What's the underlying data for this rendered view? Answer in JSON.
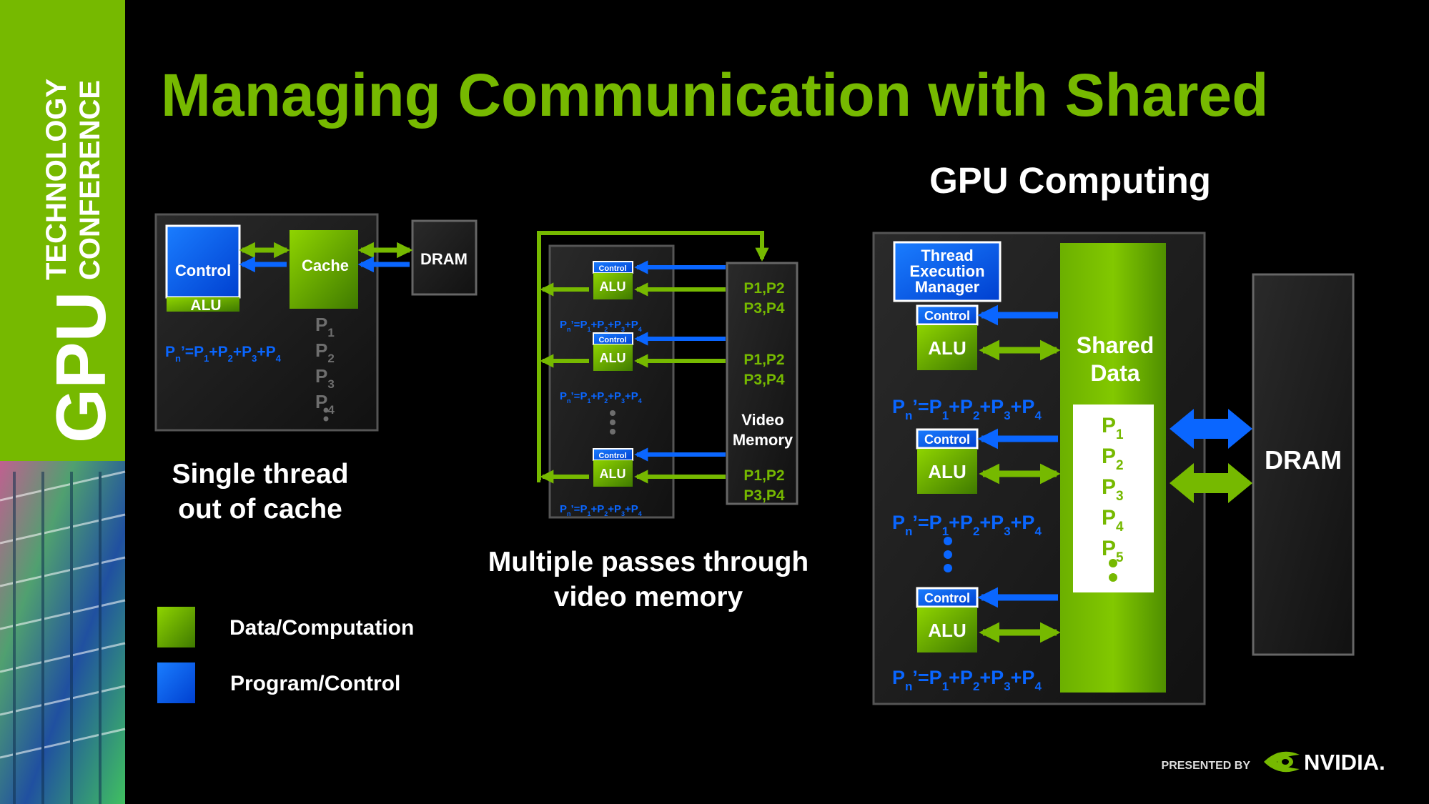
{
  "slide": {
    "title": "Managing Communication with Shared",
    "sidebar": {
      "brand_big": "GPU",
      "brand_line1": "TECHNOLOGY",
      "brand_line2": "CONFERENCE"
    },
    "footer": {
      "presented_by": "PRESENTED BY",
      "logo_text": "NVIDIA."
    }
  },
  "colors": {
    "green": "#76b900",
    "blue": "#0a66ff",
    "dark_box": "#1c1c1c",
    "grey_text": "#6e6e6e"
  },
  "panel1": {
    "control": "Control",
    "alu": "ALU",
    "cache": "Cache",
    "dram": "DRAM",
    "p_items": [
      "P",
      "P",
      "P",
      "P"
    ],
    "p_subs": [
      "1",
      "2",
      "3",
      "4"
    ],
    "caption_line1": "Single thread",
    "caption_line2": "out of cache"
  },
  "panel2": {
    "control": "Control",
    "alu": "ALU",
    "p_pair_a": "P1,P2",
    "p_pair_b": "P3,P4",
    "video": "Video",
    "memory": "Memory",
    "caption_line1": "Multiple passes through",
    "caption_line2": "video memory"
  },
  "panel3": {
    "heading": "GPU Computing",
    "tem_line1": "Thread",
    "tem_line2": "Execution",
    "tem_line3": "Manager",
    "control": "Control",
    "alu": "ALU",
    "shared_line1": "Shared",
    "shared_line2": "Data",
    "p_items": [
      "P",
      "P",
      "P",
      "P",
      "P"
    ],
    "p_subs": [
      "1",
      "2",
      "3",
      "4",
      "5"
    ],
    "dram": "DRAM"
  },
  "formula": {
    "p": "P",
    "n": "n",
    "eq": "’=P",
    "s1": "1",
    "plus": "+P",
    "s2": "2",
    "s3": "3",
    "s4": "4"
  },
  "legend": {
    "data": "Data/Computation",
    "program": "Program/Control"
  }
}
